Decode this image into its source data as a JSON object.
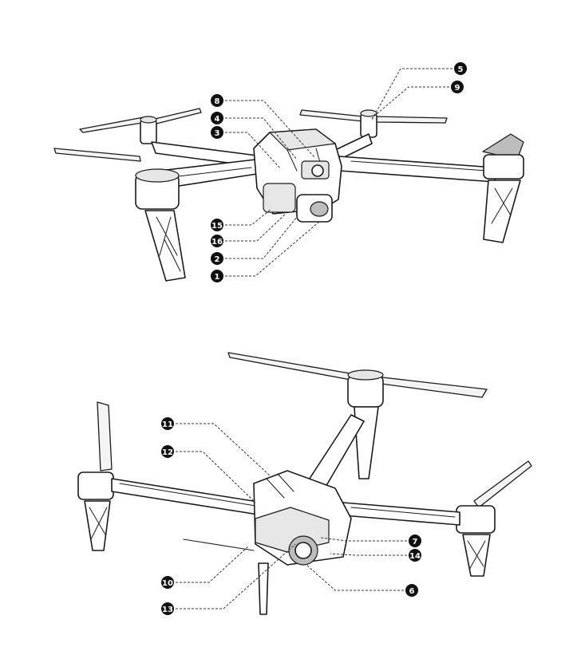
{
  "figure": {
    "top_view_callouts": [
      "5",
      "9",
      "8",
      "4",
      "3",
      "15",
      "16",
      "2",
      "1"
    ],
    "bottom_view_callouts": [
      "11",
      "12",
      "7",
      "14",
      "10",
      "6",
      "13"
    ]
  }
}
